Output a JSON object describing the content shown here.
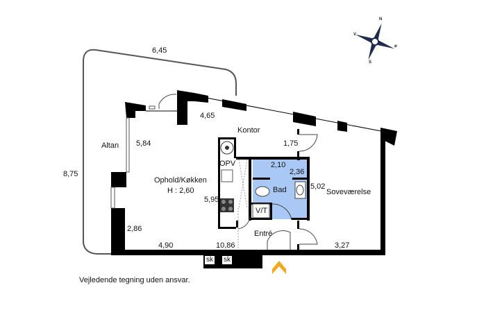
{
  "rooms": {
    "ophold": "Ophold/Køkken",
    "height": "H : 2,60",
    "kontor": "Kontor",
    "altan": "Altan",
    "bad": "Bad",
    "sovevaerelse": "Soveværelse",
    "entre": "Entré",
    "vt": "V/T",
    "opv": "OPV",
    "sk1": "sk",
    "sk2": "sk"
  },
  "dimensions": {
    "balcony_top": "6,45",
    "balcony_side": "8,75",
    "wall_top": "4,65",
    "living_side": "5,84",
    "kontor_width": "1,75",
    "bath_width": "2,10",
    "bath_depth": "2,36",
    "bedroom_depth": "5,02",
    "kitchen_len": "5,95",
    "lower_side": "2,86",
    "living_width": "4,90",
    "total_width": "10,86",
    "bedroom_width": "3,27"
  },
  "compass": {
    "n": "N",
    "s": "S",
    "v": "V",
    "o": "ø"
  },
  "disclaimer": "Vejledende tegning uden ansvar.",
  "colors": {
    "bath": "#a9c8f5",
    "wall": "#000000",
    "entry_arrow": "#f2a81d",
    "compass": "#1e2a4e"
  }
}
